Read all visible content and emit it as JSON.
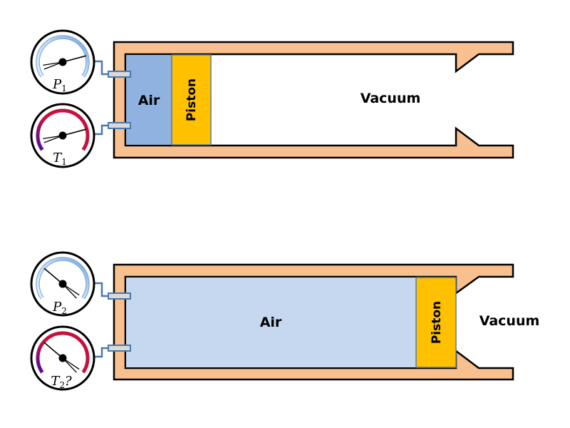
{
  "colors": {
    "wall": "#F9C08F",
    "outline": "#000000",
    "air_compressed": "#8FB2E0",
    "air_expanded": "#C5D8EF",
    "piston": "#FFC000",
    "piston_edge": "#5A7A9A",
    "pipe": "#4A78AE",
    "port": "#D9D9D9",
    "pressure_arc": "#6FA3DC",
    "pressure_arc_light": "#E3EDF8",
    "temp_arc_hot": "#C8103E",
    "temp_arc_cold": "#4B0D9A"
  },
  "top_state": {
    "air_label": "Air",
    "piston_label": "Piston",
    "vacuum_label": "Vacuum",
    "pressure_gauge": {
      "symbol": "P",
      "subscript": "1",
      "suffix": "",
      "reading": 0.8
    },
    "temperature_gauge": {
      "symbol": "T",
      "subscript": "1",
      "suffix": "",
      "reading": 0.8
    }
  },
  "bottom_state": {
    "air_label": "Air",
    "piston_label": "Piston",
    "vacuum_label": "Vacuum",
    "pressure_gauge": {
      "symbol": "P",
      "subscript": "2",
      "suffix": "",
      "reading": 0.3
    },
    "temperature_gauge": {
      "symbol": "T",
      "subscript": "2",
      "suffix": "?",
      "reading": 0.3
    }
  }
}
